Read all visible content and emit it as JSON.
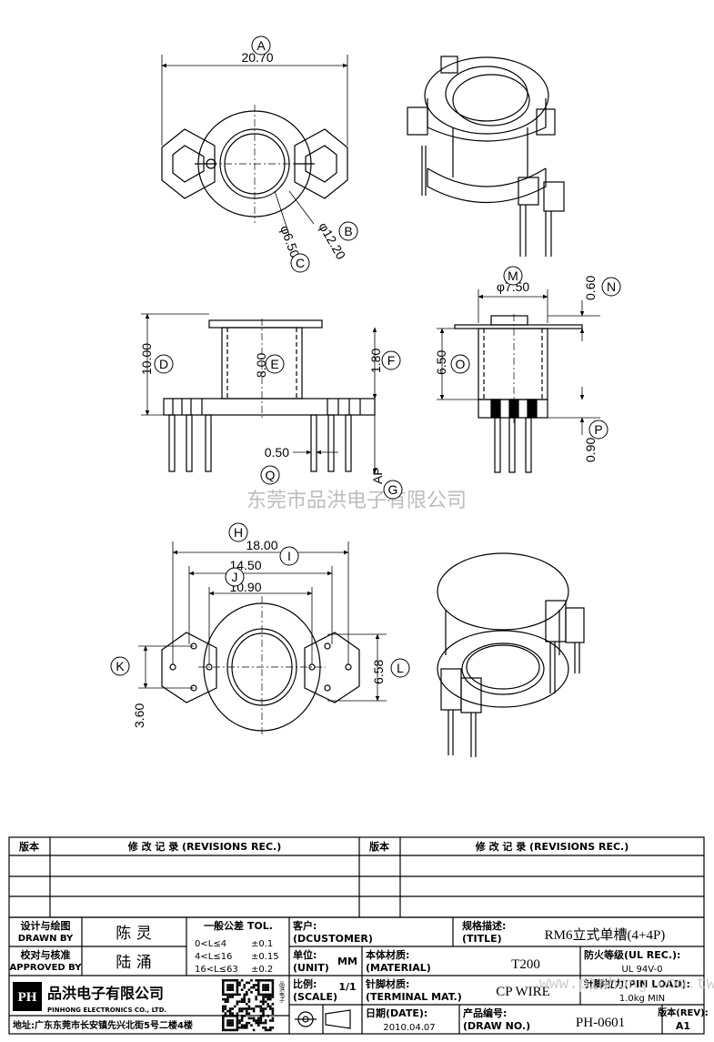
{
  "dims": {
    "A": "20.70",
    "B": "φ12.20",
    "C": "φ6.50",
    "M": "φ7.50",
    "N": "0.60",
    "D": "10.00",
    "E": "8.00",
    "F": "1.80",
    "O": "6.50",
    "P": "0.90",
    "Q": "0.50",
    "G": "AP",
    "H": "18.00",
    "I": "14.50",
    "J": "10.90",
    "K": "3.60",
    "L": "6.58"
  },
  "balloons": [
    "A",
    "B",
    "C",
    "D",
    "E",
    "F",
    "G",
    "H",
    "I",
    "J",
    "K",
    "L",
    "M",
    "N",
    "O",
    "P",
    "Q"
  ],
  "watermark": "东莞市品洪电子有限公司",
  "watermark_url": "www.pinhong.com.tw",
  "revisions": {
    "col1": "版本",
    "col2": "修 改 记 录 (REVISIONS REC.)",
    "col3": "版本",
    "col4": "修 改 记 录 (REVISIONS REC.)"
  },
  "titleblock": {
    "designed_cn": "设计与绘图",
    "designed_en": "DRAWN BY",
    "designer": "陈 灵",
    "checked_cn": "校对与核准",
    "checked_en": "APPROVED BY",
    "approver": "陆 涌",
    "tol_title": "一般公差 TOL.",
    "tol_rows": [
      {
        "range": "0<L≤4",
        "tol": "±0.1"
      },
      {
        "range": "4<L≤16",
        "tol": "±0.15"
      },
      {
        "range": "16<L≤63",
        "tol": "±0.2"
      }
    ],
    "customer_cn": "客户:",
    "customer_en": "(DCUSTOMER)",
    "unit_cn": "单位:",
    "unit_en": "(UNIT)",
    "unit": "MM",
    "scale_cn": "比例:",
    "scale_en": "(SCALE)",
    "scale": "1/1",
    "title_cn": "规格描述:",
    "title_en": "(TITLE)",
    "title": "RM6立式单槽(4+4P)",
    "material_cn": "本体材质:",
    "material_en": "(MATERIAL)",
    "material": "T200",
    "fire_cn": "防火等级(UL REC.):",
    "fire": "UL 94V-0",
    "terminal_cn": "针脚材质:",
    "terminal_en": "(TERMINAL MAT.)",
    "terminal": "CP WIRE",
    "pinload_cn": "针脚拉力(PIN LOAD):",
    "pinload": "1.0kg MIN",
    "date_cn": "日期(DATE):",
    "date": "2010.04.07",
    "drawno_cn": "产品编号:",
    "drawno_en": "(DRAW NO.)",
    "drawno": "PH-0601",
    "rev_cn": "版本(REV):",
    "rev": "A1",
    "company_cn": "品洪电子有限公司",
    "company_en": "PINHONG ELECTRONICS CO., LTD.",
    "logo_text": "PH",
    "address": "地址:广东东莞市长安镇先兴北街5号二楼4楼",
    "qr_side": "品洪电子"
  }
}
